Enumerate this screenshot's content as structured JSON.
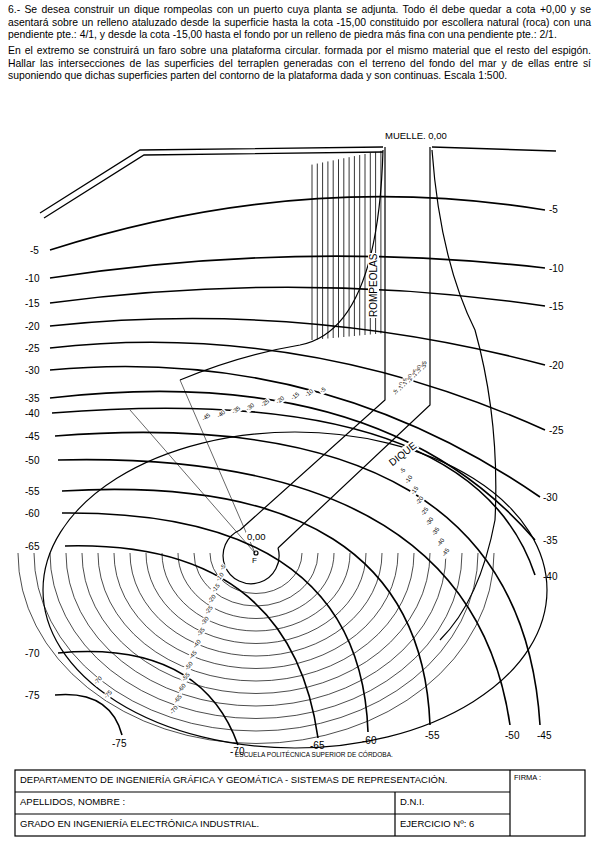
{
  "diagram": {
    "labels": [
      "6.- Se desea construir un dique rompeolas con un puerto cuya planta se adjunta. Todo él debe quedar a cota +0,00 y se asentará sobre un relleno ataluzado desde la superficie hasta la cota -15,00 constituido por escollera natural (roca) con una pendiente pte.: 4/1, y desde la cota -15,00 hasta el fondo por un relleno de piedra más fina con una pendiente pte.: 2/1.",
      "En el extremo se construirá un faro sobre una plataforma circular. formada por el mismo material que el resto del espigón. Hallar las intersecciones de las superficies del terraplen generadas con el terreno del fondo del mar y de ellas entre sí suponiendo que dichas superficies parten del contorno de la plataforma dada y son continuas. Escala 1:500.",
      "MUELLE. 0,00",
      "-5",
      "-10",
      "-15",
      "-20",
      "-25",
      "-30",
      "-35",
      "-40",
      "-45",
      "-50",
      "-55",
      "-60",
      "-65",
      "-70",
      "-75",
      "-5",
      "-10",
      "-15",
      "-20",
      "-25",
      "-30",
      "-35",
      "-40",
      "-75",
      "-70",
      "-65",
      "-60",
      "-55",
      "-50",
      "-45",
      "ROMPEOLAS",
      "DIQUE",
      "0,00",
      "F",
      "ESCUELA POLITÉCNICA SUPERIOR DE CÓRDOBA.",
      "DEPARTAMENTO DE INGENIERÍA GRÁFICA Y GEOMÁTICA - SISTEMAS DE REPRESENTACIÓN.",
      "FIRMA :",
      "APELLIDOS, NOMBRE :",
      "D.N.I.",
      "GRADO EN INGENIERÍA ELECTRÓNICA INDUSTRIAL.",
      "EJERCICIO Nº: 6",
      "-45",
      "-40",
      "-35",
      "-30",
      "-25",
      "-20",
      "-15",
      "-10",
      "-5",
      "-5",
      "-10",
      "-15",
      "-20",
      "-25",
      "-30",
      "-35",
      "-5",
      "-10",
      "-15",
      "-20",
      "-25",
      "-30",
      "-35",
      "-40",
      "-45",
      "-5",
      "-10",
      "-15",
      "-20",
      "-25",
      "-30",
      "-35",
      "-40",
      "-45",
      "-50",
      "-55",
      "-60",
      "-65",
      "-70",
      "-75",
      "-70"
    ]
  }
}
